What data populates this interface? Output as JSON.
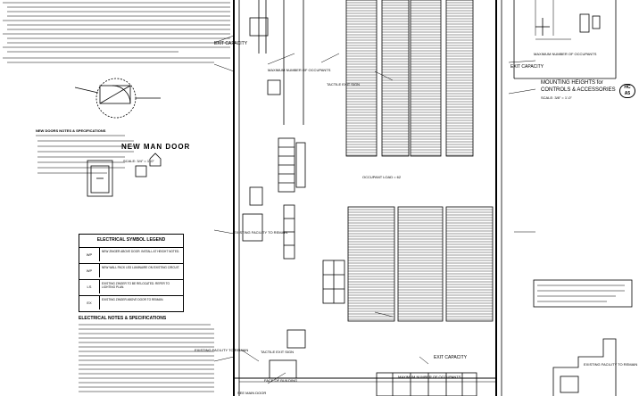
{
  "door_title": "NEW MAN DOOR",
  "door_scale": "SCALE: 3/4\" = 1'-0\"",
  "door_notes_title": "NEW DOORS NOTES & SPECIFICATIONS",
  "legend": {
    "title": "ELECTRICAL SYMBOL LEGEND",
    "rows": [
      {
        "symbol": "WP",
        "text": "NEW ZINGER ABOVE DOOR. INSTALL AT HEIGHT NOTED."
      },
      {
        "symbol": "WP",
        "text": "NEW WALL PACK LED LUMINAIRE ON EXISTING CIRCUIT."
      },
      {
        "symbol": "LS",
        "text": "EXISTING ZINGER TO BE RELOCATED. REFER TO LIGHTING PLAN."
      },
      {
        "symbol": "EX",
        "text": "EXISTING ZINGER ABOVE DOOR TO REMAIN."
      }
    ]
  },
  "elec_notes_title": "ELECTRICAL NOTES & SPECIFICATIONS",
  "mounting": {
    "title": "MOUNTING HEIGHTS for",
    "subtitle": "CONTROLS & ACCESSORIES",
    "scale": "SCALE: 3/8\" = 1'-0\"",
    "tag_top": "HC",
    "tag_bottom": "A5"
  },
  "labels": {
    "exit_capacity": "EXIT CAPACITY",
    "occupancy": "MAXIMUM NUMBER OF OCCUPANTS",
    "tactile": "TACTILE EXIT SIGN",
    "occupant_load": "OCCUPANT LOAD = 62",
    "existing_facility": "EXISTING FACILITY TO REMAIN",
    "face_of_building": "FACE OF BUILDING",
    "see_plan": "SEE MAIN DOOR"
  }
}
